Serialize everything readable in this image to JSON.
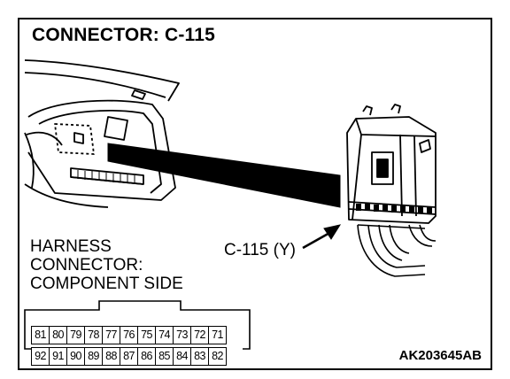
{
  "diagram": {
    "title": "CONNECTOR: C-115",
    "harness_label": [
      "HARNESS",
      "CONNECTOR:",
      "COMPONENT SIDE"
    ],
    "connector_callout": "C-115 (Y)",
    "figure_code": "AK203645AB",
    "pins": {
      "top_row": [
        "81",
        "80",
        "79",
        "78",
        "77",
        "76",
        "75",
        "74",
        "73",
        "72",
        "71"
      ],
      "bottom_row": [
        "92",
        "91",
        "90",
        "89",
        "88",
        "87",
        "86",
        "85",
        "84",
        "83",
        "82"
      ]
    }
  }
}
